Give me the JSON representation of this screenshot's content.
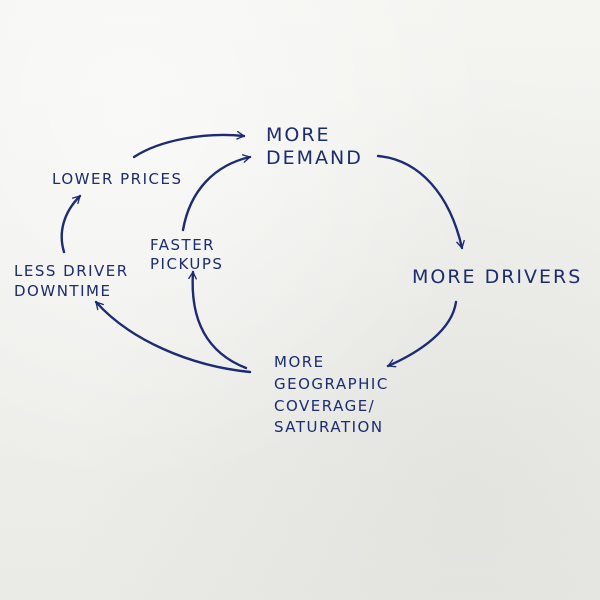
{
  "diagram": {
    "ink_color": "#1c2b73",
    "paper_color": "#efefec",
    "nodes": {
      "more_demand": [
        "MORE",
        "DEMAND"
      ],
      "more_drivers": [
        "MORE DRIVERS"
      ],
      "more_coverage": [
        "MORE",
        "GEOGRAPHIC",
        "COVERAGE/",
        "SATURATION"
      ],
      "faster_pickups": [
        "FASTER",
        "PICKUPS"
      ],
      "less_downtime": [
        "LESS DRIVER",
        "DOWNTIME"
      ],
      "lower_prices": [
        "LOWER PRICES"
      ]
    },
    "edges": [
      {
        "from": "MORE DEMAND",
        "to": "MORE DRIVERS"
      },
      {
        "from": "MORE DRIVERS",
        "to": "MORE GEOGRAPHIC COVERAGE/ SATURATION"
      },
      {
        "from": "MORE GEOGRAPHIC COVERAGE/ SATURATION",
        "to": "FASTER PICKUPS"
      },
      {
        "from": "MORE GEOGRAPHIC COVERAGE/ SATURATION",
        "to": "LESS DRIVER DOWNTIME"
      },
      {
        "from": "FASTER PICKUPS",
        "to": "MORE DEMAND"
      },
      {
        "from": "LESS DRIVER DOWNTIME",
        "to": "LOWER PRICES"
      },
      {
        "from": "LOWER PRICES",
        "to": "MORE DEMAND"
      }
    ]
  }
}
